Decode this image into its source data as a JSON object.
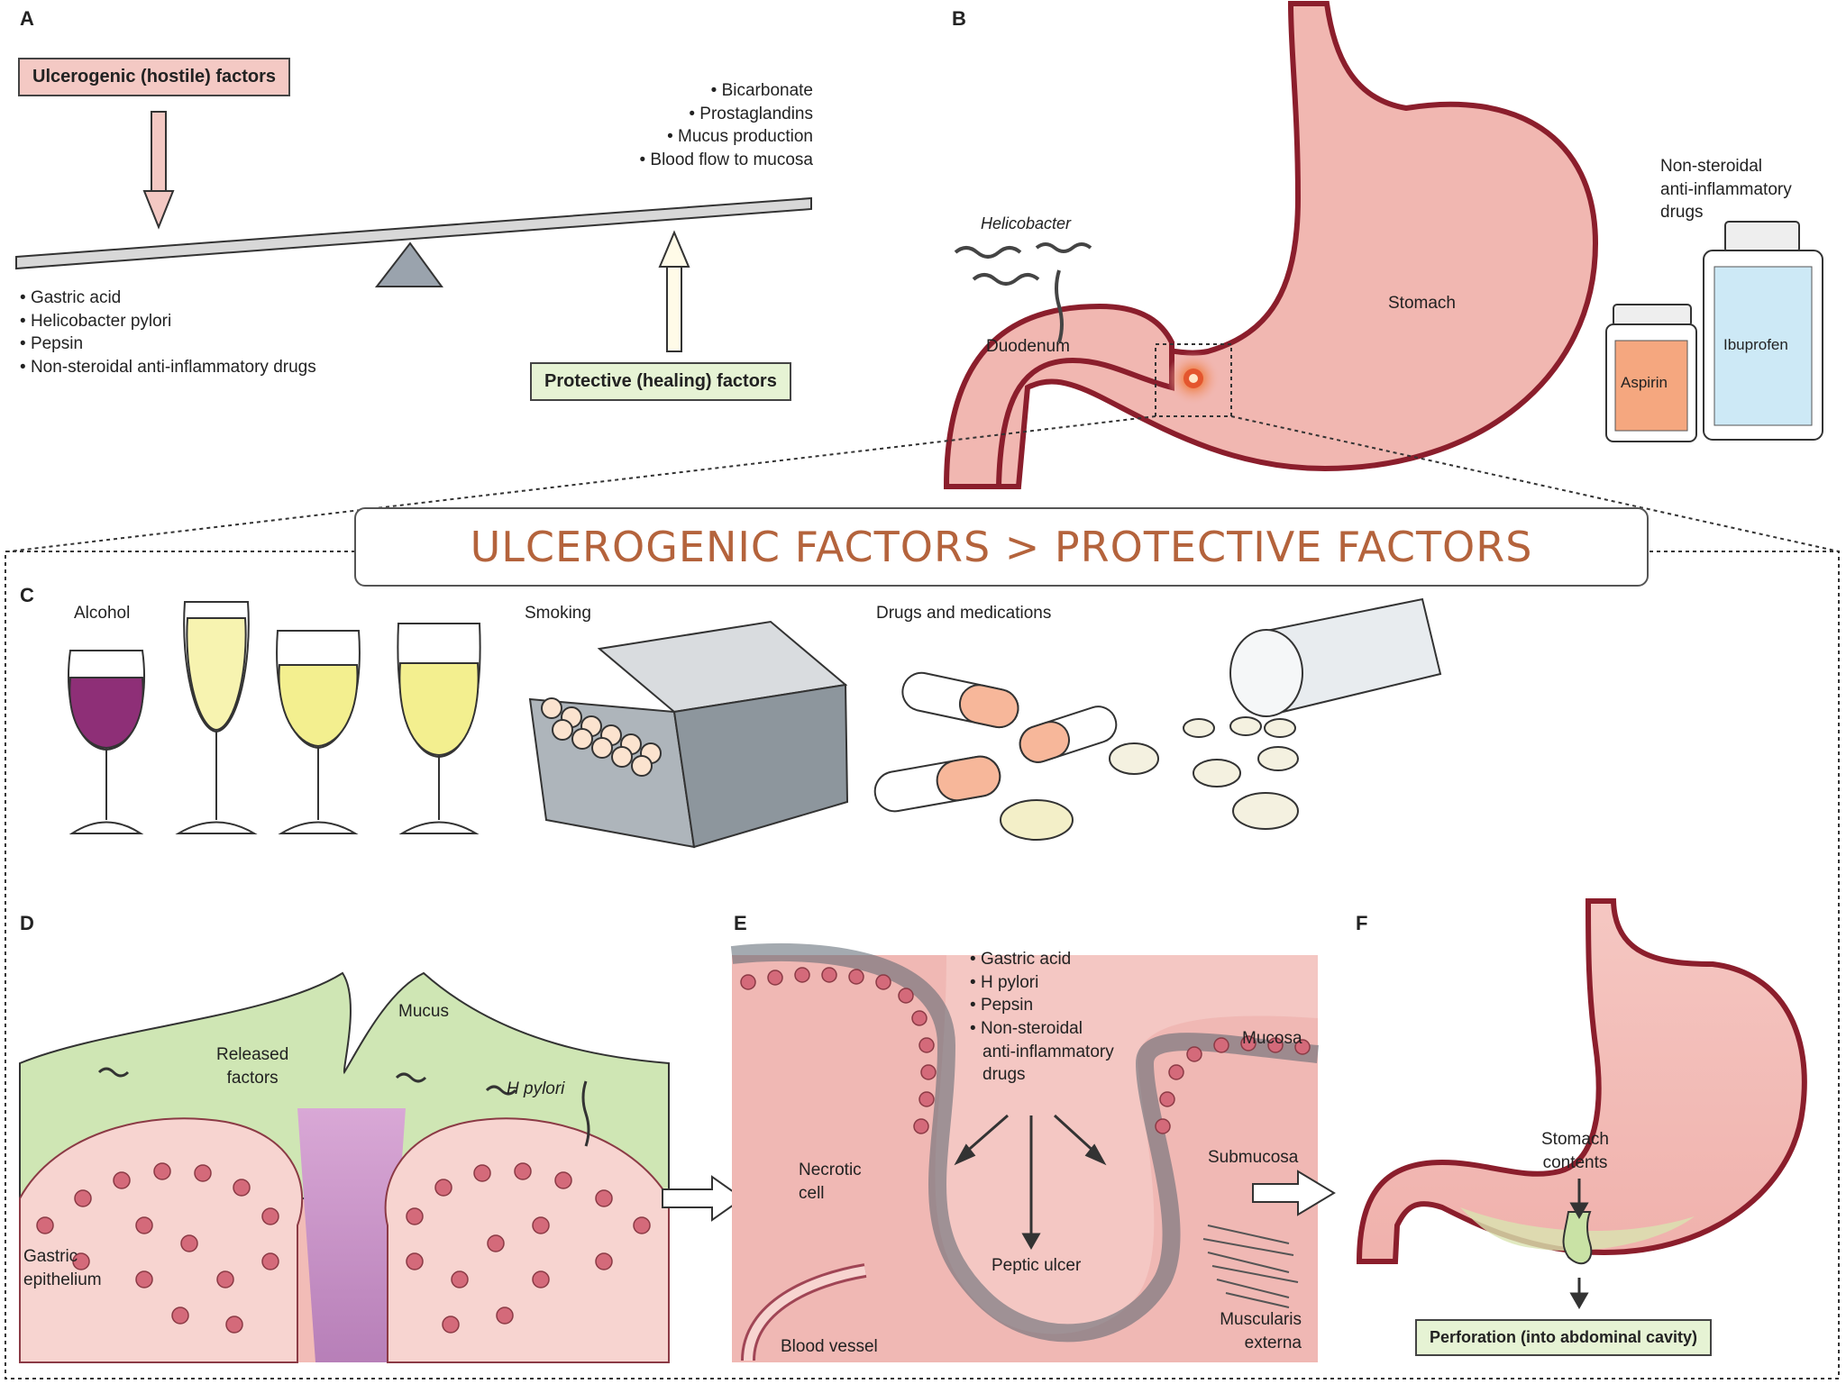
{
  "panels": {
    "a": "A",
    "b": "B",
    "c": "C",
    "d": "D",
    "e": "E",
    "f": "F"
  },
  "panel_a": {
    "hostile_box": "Ulcerogenic (hostile) factors",
    "protective_box": "Protective (healing) factors",
    "hostile_items": [
      "Gastric acid",
      "Helicobacter pylori",
      "Pepsin",
      "Non-steroidal anti-inflammatory drugs"
    ],
    "protective_items": [
      "Bicarbonate",
      "Prostaglandins",
      "Mucus production",
      "Blood flow to mucosa"
    ]
  },
  "panel_b": {
    "helicobacter": "Helicobacter",
    "duodenum": "Duodenum",
    "stomach": "Stomach",
    "nsaid_line1": "Non-steroidal",
    "nsaid_line2": "anti-inflammatory",
    "nsaid_line3": "drugs",
    "aspirin": "Aspirin",
    "ibuprofen": "Ibuprofen"
  },
  "banner": "ULCEROGENIC FACTORS > PROTECTIVE FACTORS",
  "panel_c": {
    "alcohol": "Alcohol",
    "smoking": "Smoking",
    "drugs": "Drugs and medications"
  },
  "panel_d": {
    "mucus": "Mucus",
    "released_1": "Released",
    "released_2": "factors",
    "hpylori": "H pylori",
    "gastric_1": "Gastric",
    "gastric_2": "epithelium"
  },
  "panel_e": {
    "items": [
      "Gastric acid",
      "H pylori",
      "Pepsin",
      "Non-steroidal"
    ],
    "items_cont_1": "anti-inflammatory",
    "items_cont_2": "drugs",
    "mucosa": "Mucosa",
    "submucosa": "Submucosa",
    "necrotic_1": "Necrotic",
    "necrotic_2": "cell",
    "peptic": "Peptic ulcer",
    "blood": "Blood vessel",
    "musc_1": "Muscularis",
    "musc_2": "externa"
  },
  "panel_f": {
    "contents_1": "Stomach",
    "contents_2": "contents",
    "perforation": "Perforation (into abdominal cavity)"
  },
  "colors": {
    "stomach": "#f1b7b1",
    "stomach_wall": "#8b1e2c",
    "hostile_box": "#f4c9c4",
    "protective_box": "#e6f3d4",
    "banner_text": "#b4633c",
    "mucus_green": "#cfe6b4",
    "ulcer_purple": "#c794c6"
  }
}
